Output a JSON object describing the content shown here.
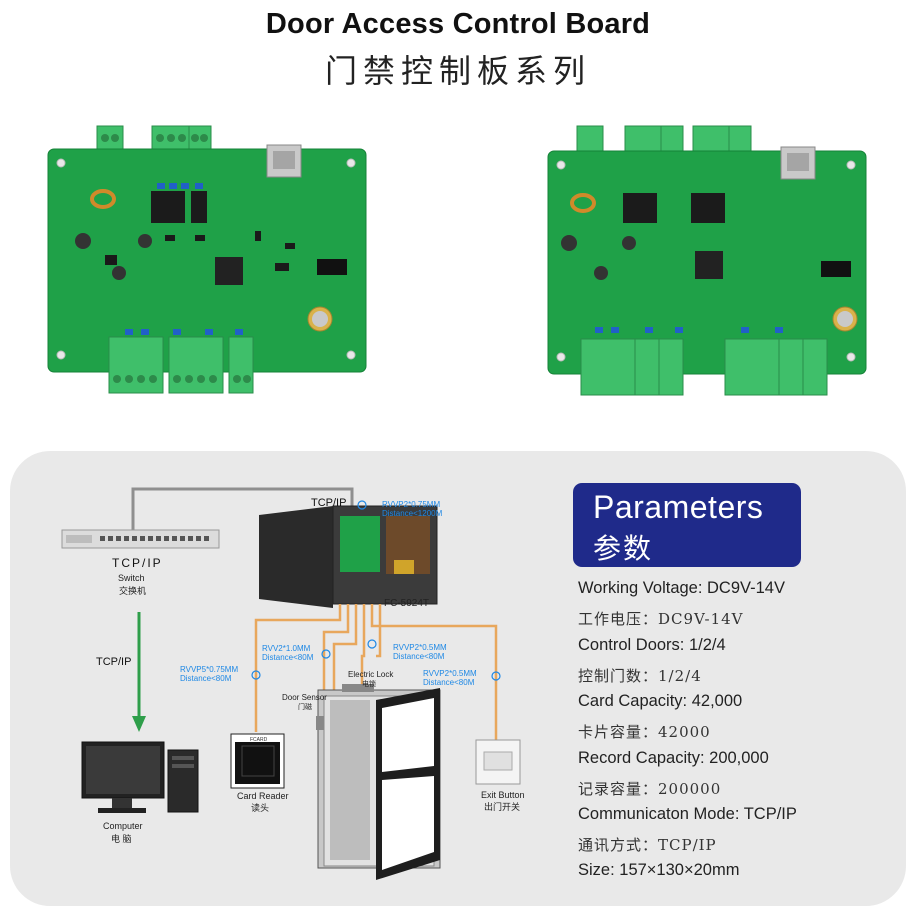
{
  "header": {
    "title": "Door Access Control Board",
    "subtitle": "门禁控制板系列"
  },
  "diagram": {
    "tcp_top": "TCP/IP",
    "tcp_switch": "TCP/IP",
    "tcp_left": "TCP/IP",
    "switch_en": "Switch",
    "switch_zh": "交换机",
    "computer_en": "Computer",
    "computer_zh": "电 脑",
    "controller": "FC-5924T",
    "door_sensor_en": "Door Sensor",
    "door_sensor_zh": "门磁",
    "electric_lock_en": "Electric Lock",
    "electric_lock_zh": "电锁",
    "card_reader_en": "Card Reader",
    "card_reader_zh": "读头",
    "exit_button_en": "Exit Button",
    "exit_button_zh": "出门开关",
    "cable_net_1": "RVVP2*0.75MM",
    "cable_net_2": "Distance<1200M",
    "cable_sensor_1": "RVV2*1.0MM",
    "cable_sensor_2": "Distance<80M",
    "cable_lock_1": "RVVP2*0.5MM",
    "cable_lock_2": "Distance<80M",
    "cable_reader_1": "RVVP5*0.75MM",
    "cable_reader_2": "Distance<80M",
    "cable_exit_1": "RVVP2*0.5MM",
    "cable_exit_2": "Distance<80M",
    "reader_brand": "FCARD"
  },
  "parameters": {
    "title_en": "Parameters",
    "title_zh": "参数",
    "items": [
      "Working Voltage: DC9V-14V",
      "工作电压：DC9V-14V",
      "Control Doors: 1/2/4",
      "控制门数：1/2/4",
      "Card Capacity: 42,000",
      "卡片容量：42000",
      "Record Capacity: 200,000",
      "记录容量：200000",
      "Communicaton Mode: TCP/IP",
      "通讯方式：TCP/IP",
      "Size: 157×130×20mm"
    ]
  },
  "colors": {
    "pcb": "#1fa148",
    "terminal": "#3fbf6a",
    "panel": "#e9e9e9",
    "params_header": "#1f2a8a",
    "cable_orange": "#e8a75c",
    "cable_label": "#1e88e5",
    "arrow_green": "#2e9e4a"
  }
}
